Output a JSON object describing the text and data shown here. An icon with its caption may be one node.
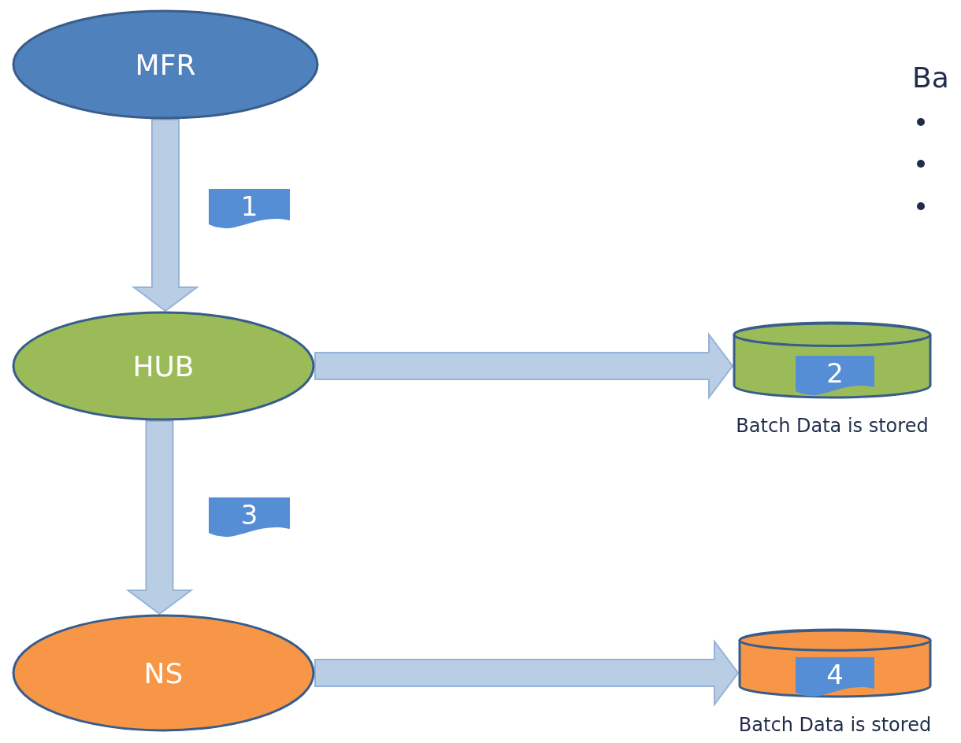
{
  "diagram": {
    "nodes": [
      {
        "text": [
          "MFR"
        ]
      },
      {
        "text": [
          "1"
        ]
      },
      {
        "text": [
          "HUB"
        ]
      },
      {
        "text": [],
        "shape": "cylinder",
        "beside": [
          "Batch Data is stored"
        ]
      },
      {
        "text": [
          "2"
        ],
        "in": 3
      },
      {
        "text": [
          "3"
        ]
      },
      {
        "text": [
          "NS"
        ]
      },
      {
        "text": [],
        "shape": "cylinder",
        "beside": [
          "Batch Data is stored"
        ]
      },
      {
        "text": [
          "4"
        ],
        "in": 7
      }
    ],
    "edges": [
      {
        "from": 0,
        "to": 2,
        "arrow": "to",
        "style": "thick"
      },
      {
        "from": 2,
        "to": 3,
        "arrow": "to",
        "style": "thick"
      },
      {
        "from": 2,
        "to": 6,
        "arrow": "to",
        "style": "thick"
      },
      {
        "from": 6,
        "to": 7,
        "arrow": "to",
        "style": "thick"
      }
    ],
    "labels": [
      "Ba"
    ]
  }
}
